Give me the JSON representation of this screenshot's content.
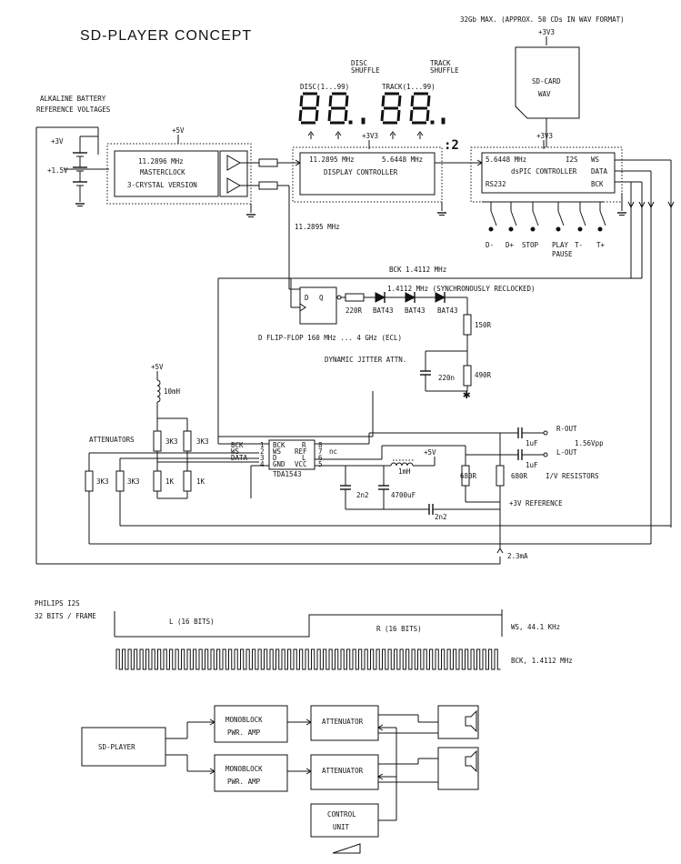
{
  "title": "SD-PLAYER CONCEPT",
  "top_note": "32Gb MAX. (APPROX. 50 CDs IN WAV FORMAT)",
  "battery": {
    "label": "ALKALINE BATTERY",
    "label2": "REFERENCE VOLTAGES",
    "v1": "+3V",
    "v2": "+1.5V"
  },
  "masterclock": {
    "freq": "11.2896 MHz",
    "name": "MASTERCLOCK",
    "version": "3-CRYSTAL VERSION",
    "supply": "+5V"
  },
  "display": {
    "disc_shuffle": "DISC",
    "disc_shuffle2": "SHUFFLE",
    "track_shuffle": "TRACK",
    "track_shuffle2": "SHUFFLE",
    "disc_label": "DISC(1...99)",
    "track_label": "TRACK(1...99)",
    "supply": "+3V3",
    "f_in": "11.2895 MHz",
    "f_out": "5.6448 MHz",
    "name": "DISPLAY CONTROLLER",
    "div": ":2"
  },
  "dspic": {
    "supply": "+3V3",
    "freq": "5.6448 MHz",
    "name": "dsPIC CONTROLLER",
    "i2s": "I2S",
    "ws": "WS",
    "data": "DATA",
    "rs232": "RS232",
    "bck": "BCK"
  },
  "sdcard": {
    "supply": "+3V3",
    "name": "SD-CARD",
    "fmt": "WAV"
  },
  "buttons": [
    "D-",
    "D+",
    "STOP",
    "PLAY",
    "T-",
    "T+"
  ],
  "pause_label": "PAUSE",
  "clk_label": "11.2895 MHz",
  "bck_label": "BCK 1.4112 MHz",
  "reclock_label": "1.4112 MHz (SYNCHRONOUSLY RECLOCKED)",
  "flipflop": {
    "d": "D",
    "q": "Q",
    "label": "D FLIP-FLOP 160 MHz ... 4 GHz (ECL)"
  },
  "r220": "220R",
  "bat1": "BAT43",
  "bat2": "BAT43",
  "bat3": "BAT43",
  "r150": "150R",
  "r490": "490R",
  "c220": "220n",
  "jitter": "DYNAMIC JITTER ATTN.",
  "dac": {
    "supply": "+5V",
    "l10": "10mH",
    "attn": "ATTENUATORS",
    "r3k3a": "3K3",
    "r3k3b": "3K3",
    "r3k3c": "3K3",
    "r3k3d": "3K3",
    "r1ka": "1K",
    "r1kb": "1K",
    "bck": "BCK",
    "ws": "WS",
    "data": "DATA",
    "p1": "1",
    "p2": "2",
    "p3": "3",
    "p4": "4",
    "p5": "5",
    "p6": "6",
    "p7": "7",
    "p8": "8",
    "lb_bck": "BCK",
    "lb_ws": "WS",
    "lb_d": "D",
    "lb_gnd": "GND",
    "lb_r": "R",
    "lb_ref": "REF",
    "lb_l": "L",
    "lb_vcc": "VCC",
    "nc": "nc",
    "chip": "TDA1543",
    "l1": "1mH",
    "v5": "+5V",
    "c2n2a": "2n2",
    "c4700": "4700uF",
    "c2n2b": "2n2",
    "r680a": "680R",
    "r680b": "680R",
    "iv": "I/V RESISTORS",
    "rout": "R-OUT",
    "lout": "L-OUT",
    "vpp": "1.56Vpp",
    "c1u1": "1uF",
    "c1u2": "1uF",
    "ref": "+3V REFERENCE",
    "cur": "2.3mA"
  },
  "timing": {
    "title": "PHILIPS I2S",
    "subtitle": "32 BITS / FRAME",
    "l": "L (16 BITS)",
    "r": "R (16 BITS)",
    "ws": "WS, 44.1 KHz",
    "bck": "BCK, 1.4112 MHz"
  },
  "block": {
    "player": "SD-PLAYER",
    "amp1a": "MONOBLOCK",
    "amp1b": "PWR. AMP",
    "amp2a": "MONOBLOCK",
    "amp2b": "PWR. AMP",
    "att1": "ATTENUATOR",
    "att2": "ATTENUATOR",
    "ctl1": "CONTROL",
    "ctl2": "UNIT"
  }
}
